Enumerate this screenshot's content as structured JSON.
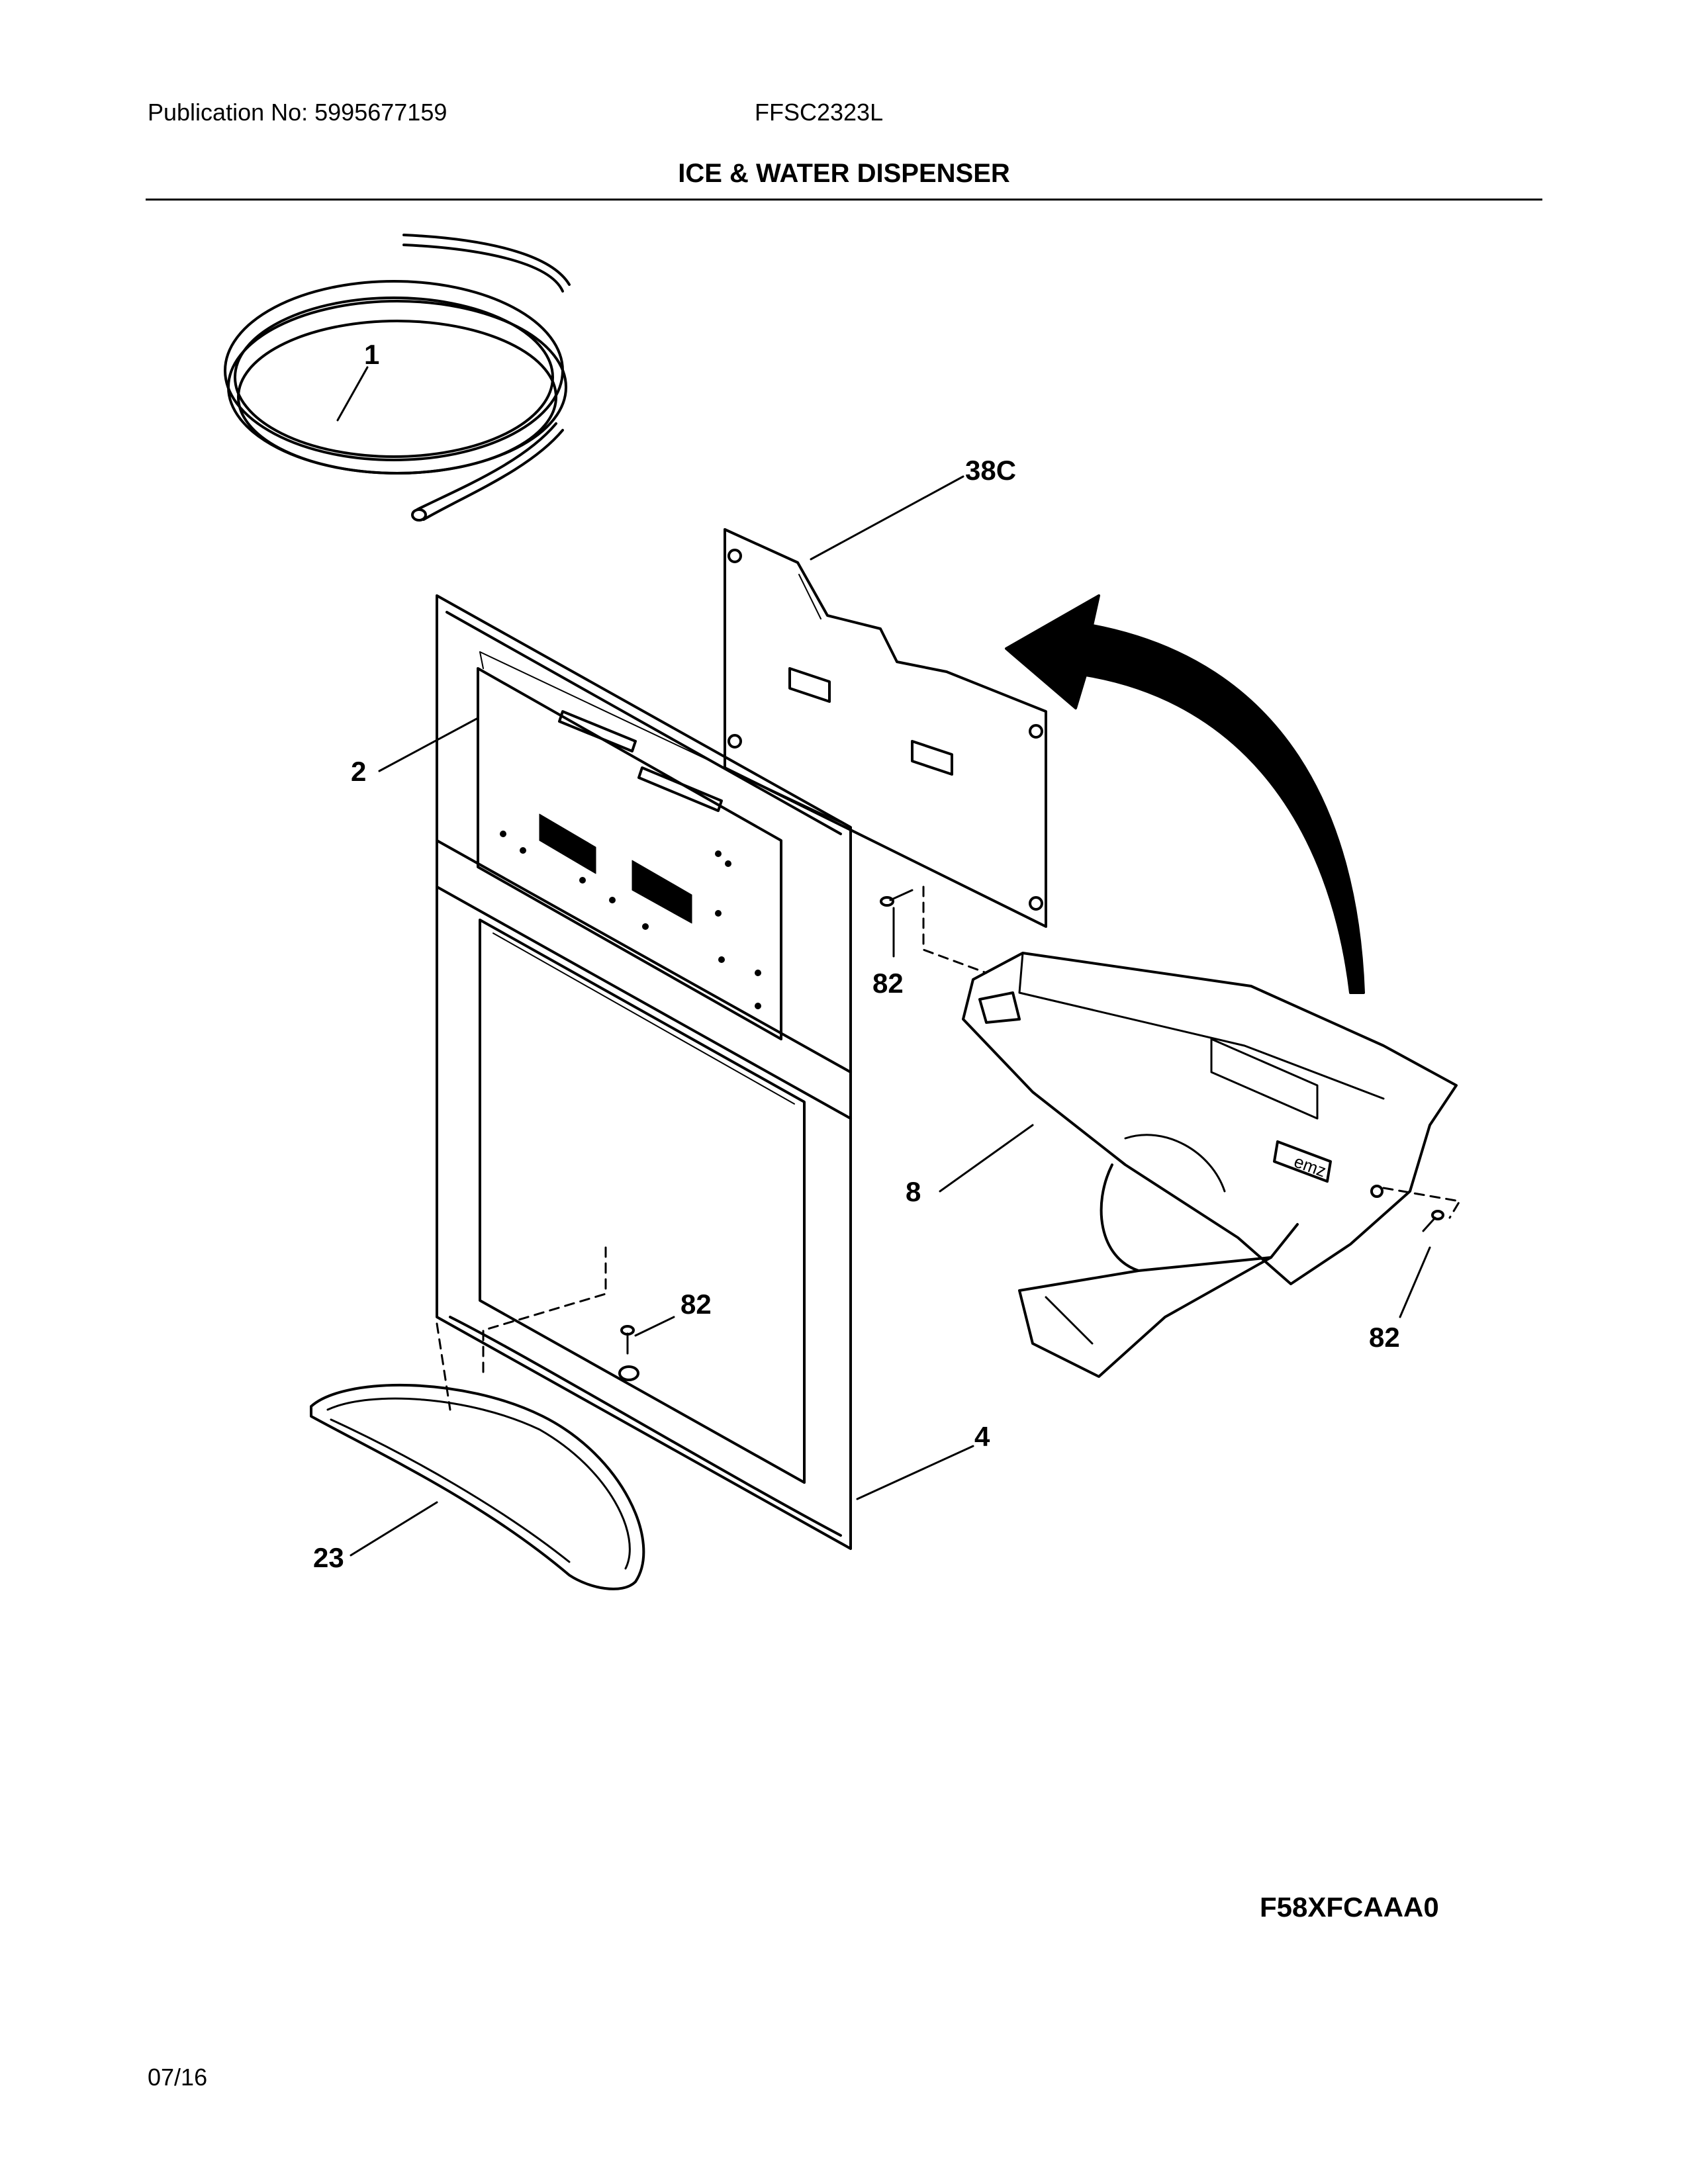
{
  "header": {
    "publication": "Publication No: 5995677159",
    "model": "FFSC2323L"
  },
  "title": "ICE & WATER DISPENSER",
  "callouts": {
    "tubing": "1",
    "control_cover": "38C",
    "control_panel": "2",
    "screw_top": "82",
    "dispenser_housing": "8",
    "screw_mid": "82",
    "screw_right": "82",
    "dispenser_face": "4",
    "drip_tray": "23"
  },
  "figure_code": "F58XFCAAA0",
  "date": "07/16",
  "panel_text": {
    "housing_logo": "emz"
  }
}
